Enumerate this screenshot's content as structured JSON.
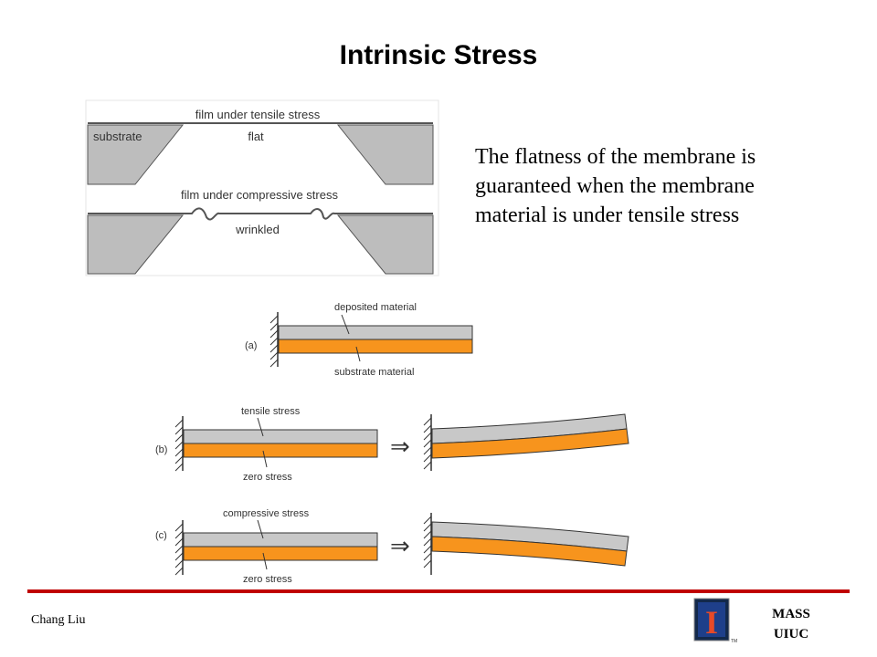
{
  "slide": {
    "title": "Intrinsic Stress",
    "body_lines": [
      "The flatness of the membrane is",
      "guaranteed when the membrane",
      "material is under tensile stress"
    ]
  },
  "membrane_figure": {
    "label_tensile": "film under tensile stress",
    "label_substrate": "substrate",
    "label_flat": "flat",
    "label_compressive": "film under compressive stress",
    "label_wrinkled": "wrinkled"
  },
  "cantilever_figure": {
    "panel_a": {
      "tag": "(a)",
      "top_label": "deposited material",
      "bottom_label": "substrate material"
    },
    "panel_b": {
      "tag": "(b)",
      "top_label": "tensile stress",
      "bottom_label": "zero stress"
    },
    "panel_c": {
      "tag": "(c)",
      "top_label": "compressive stress",
      "bottom_label": "zero stress"
    },
    "arrow_glyph": "⇒",
    "colors": {
      "deposited": "#c8c8c8",
      "substrate": "#f7941d",
      "outline": "#333333"
    }
  },
  "footer": {
    "author": "Chang Liu",
    "org_lines": [
      "MASS",
      "UIUC"
    ],
    "logo_letter": "I",
    "logo_tm": "TM",
    "rule_color": "#c00000"
  }
}
